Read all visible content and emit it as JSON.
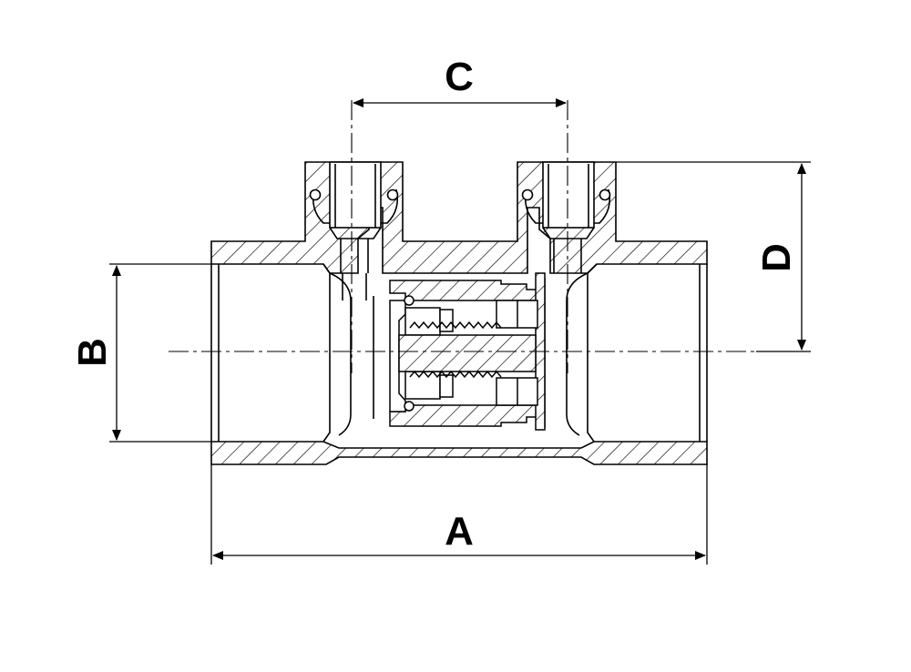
{
  "dimensions": {
    "a": "A",
    "b": "B",
    "c": "C",
    "d": "D"
  },
  "colors": {
    "line": "#000000",
    "background": "#ffffff"
  }
}
